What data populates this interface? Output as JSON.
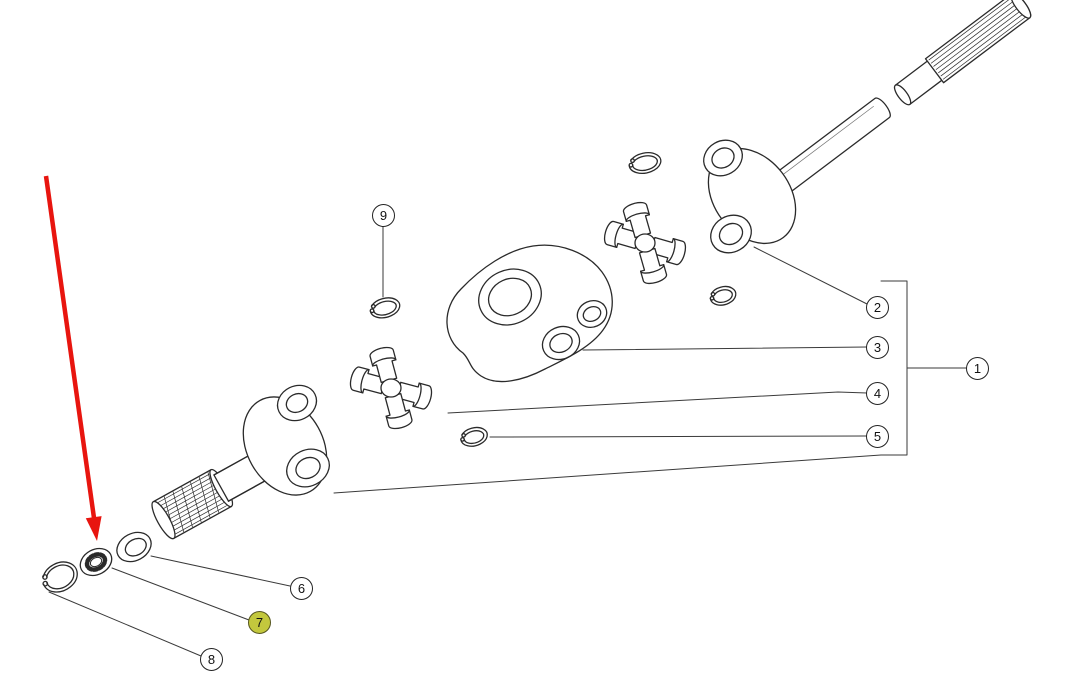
{
  "diagram": {
    "callouts": [
      {
        "label": "1",
        "highlighted": false
      },
      {
        "label": "2",
        "highlighted": false
      },
      {
        "label": "3",
        "highlighted": false
      },
      {
        "label": "4",
        "highlighted": false
      },
      {
        "label": "5",
        "highlighted": false
      },
      {
        "label": "6",
        "highlighted": false
      },
      {
        "label": "7",
        "highlighted": true
      },
      {
        "label": "8",
        "highlighted": false
      },
      {
        "label": "9",
        "highlighted": false
      }
    ],
    "colors": {
      "background": "#ffffff",
      "line": "#2a2a2a",
      "leader_line": "#3a3a3a",
      "arrow": "#e8150f",
      "highlight": "#c3c83d"
    }
  }
}
